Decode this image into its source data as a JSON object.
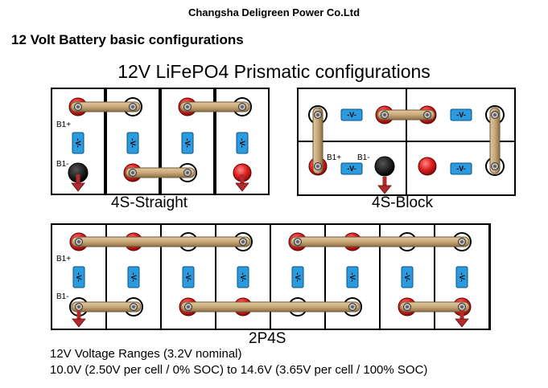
{
  "header": {
    "company": "Changsha Deligreen Power Co.Ltd",
    "heading": "12 Volt Battery basic configurations",
    "subtitle": "12V LiFePO4 Prismatic configurations"
  },
  "configs": {
    "straight": {
      "caption": "4S-Straight",
      "pos_label": "B1+",
      "neg_label": "B1-"
    },
    "block": {
      "caption": "4S-Block",
      "pos_label": "B1+",
      "neg_label": "B1-"
    },
    "parallel": {
      "caption": "2P4S",
      "pos_label": "B1+",
      "neg_label": "B1-"
    }
  },
  "cell_label": "-V-",
  "notes": {
    "line1": "12V Voltage Ranges  (3.2V nominal)",
    "line2": "10.0V (2.50V per cell / 0% SOC) to 14.6V (3.65V per cell / 100% SOC)"
  },
  "colors": {
    "positive_terminal": "#e02020",
    "negative_terminal": "#000000",
    "busbar": "#c8a878",
    "cell_label_bg": "#2b9be0",
    "arrow": "#b22a2a"
  }
}
